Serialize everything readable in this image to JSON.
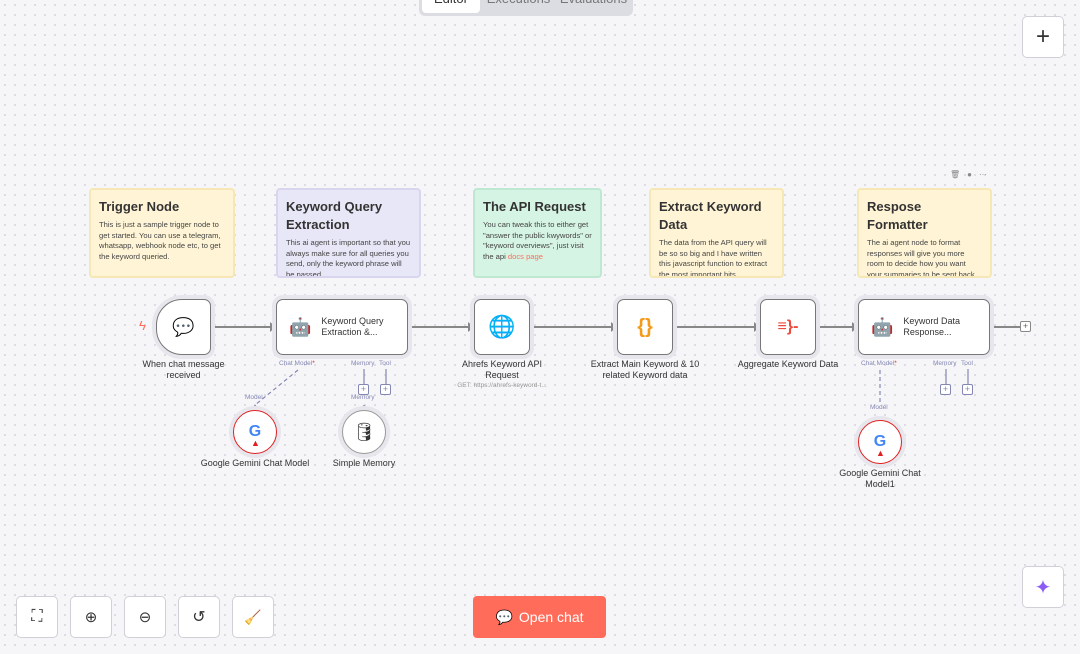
{
  "tabs": [
    "Editor",
    "Executions",
    "Evaluations"
  ],
  "colors": {
    "accent": "#ff6d5a",
    "connector_ai": "#8587b3",
    "error": "#e02020"
  },
  "stickies": [
    {
      "title": "Trigger Node",
      "body": "This is just a sample trigger node to get started. You can use a telegram, whatsapp, webhook node etc, to get the keyword queried."
    },
    {
      "title": "Keyword Query Extraction",
      "body": "This ai agent is important so that you always make sure for all queries you send, only the keyword phrase will be passed"
    },
    {
      "title": "The API Request",
      "body": "You can tweak this to either get \"answer the public kwywords\" or \"keyword overviews\", just visit the api ",
      "link": "docs page"
    },
    {
      "title": "Extract Keyword Data",
      "body": "The data from the API query will be so so big and I have written this javascript function to extract the most important bits."
    },
    {
      "title": "Respose Formatter",
      "body": "The ai agent node to format responses will give you more room to decide how you want your summaries to be sent back to you. You can modify the system message to get your"
    }
  ],
  "nodes": {
    "trigger": {
      "label": "When chat message received",
      "icon": "chat-icon"
    },
    "agent1": {
      "label": "Keyword Query Extraction &...",
      "caption": "Keyword Query Extraction &...",
      "icon": "robot-icon"
    },
    "http": {
      "label": "Ahrefs Keyword API Request",
      "subtitle": "GET: https://ahrefs-keyword-t...",
      "icon": "globe-icon"
    },
    "code": {
      "label": "Extract Main Keyword & 10 related Keyword data",
      "icon": "code-braces-icon"
    },
    "aggregate": {
      "label": "Aggregate Keyword Data",
      "icon": "aggregate-icon"
    },
    "agent2": {
      "caption": "Keyword Data Response...",
      "icon": "robot-icon"
    },
    "gemini1": {
      "label": "Google Gemini Chat Model",
      "icon": "google-icon"
    },
    "memory": {
      "label": "Simple Memory",
      "icon": "database-icon"
    },
    "gemini2": {
      "label": "Google Gemini Chat Model1",
      "icon": "google-icon"
    }
  },
  "ports": {
    "chat_model": "Chat Model",
    "required": "*",
    "memory": "Memory",
    "tool": "Tool",
    "model": "Model"
  },
  "open_chat": "Open chat"
}
